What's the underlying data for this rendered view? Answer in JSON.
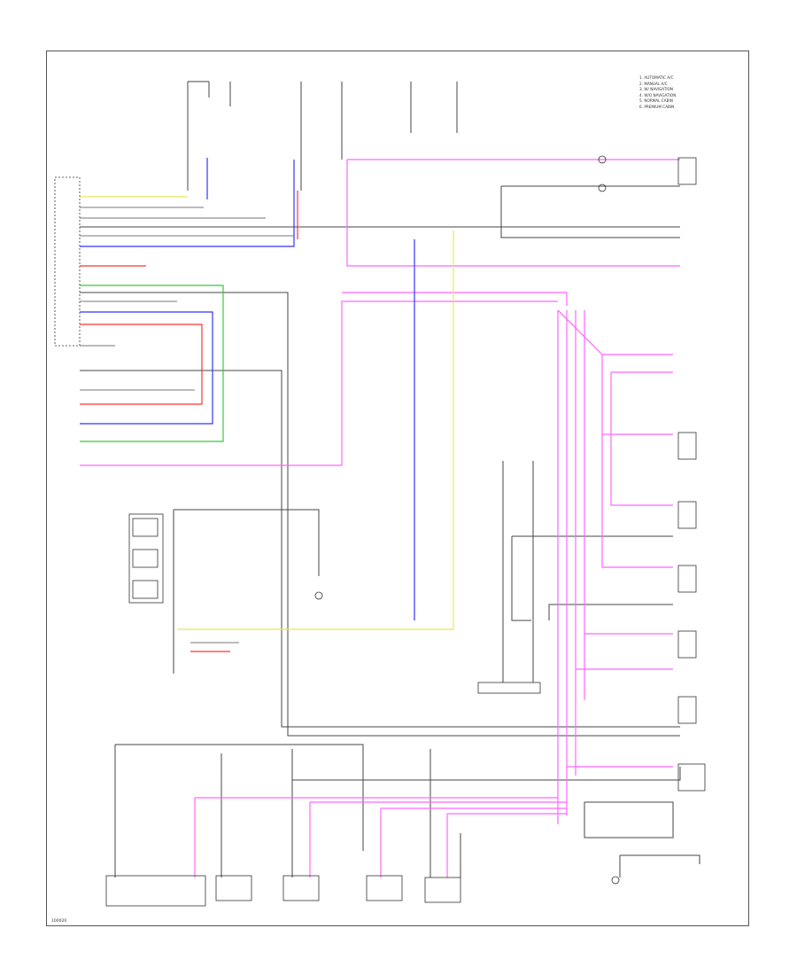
{
  "diagram": {
    "id": "100020",
    "notes": [
      "1. AUTOMATIC A/C",
      "2. MANUAL A/C",
      "3. W/ NAVIGATION",
      "4. W/O NAVIGATION",
      "5. NORMAL CABIN",
      "6. PREMIUM CABIN"
    ],
    "colors": {
      "pink": "#ff66ff",
      "blue": "#3333ff",
      "red": "#ff3333",
      "green": "#33cc33",
      "yellow": "#e8e855",
      "dark": "#444444",
      "gray": "#777777"
    }
  }
}
